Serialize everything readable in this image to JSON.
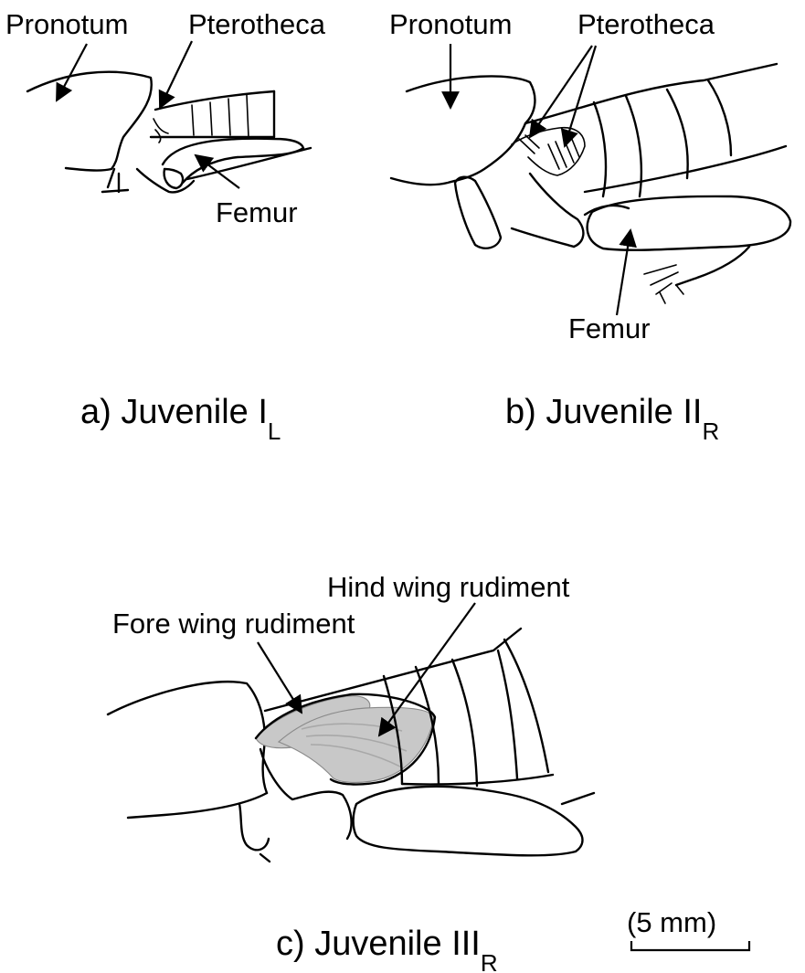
{
  "panel_a": {
    "label_pronotum": "Pronotum",
    "label_pterotheca": "Pterotheca",
    "label_femur": "Femur",
    "caption": "a) Juvenile  I",
    "caption_sub": "L"
  },
  "panel_b": {
    "label_pronotum": "Pronotum",
    "label_pterotheca": "Pterotheca",
    "label_femur": "Femur",
    "caption": "b) Juvenile II",
    "caption_sub": "R"
  },
  "panel_c": {
    "label_hind_wing": "Hind wing rudiment",
    "label_fore_wing": "Fore wing rudiment",
    "caption": "c) Juvenile III",
    "caption_sub": "R"
  },
  "scale_bar": {
    "label": "(5 mm)"
  }
}
